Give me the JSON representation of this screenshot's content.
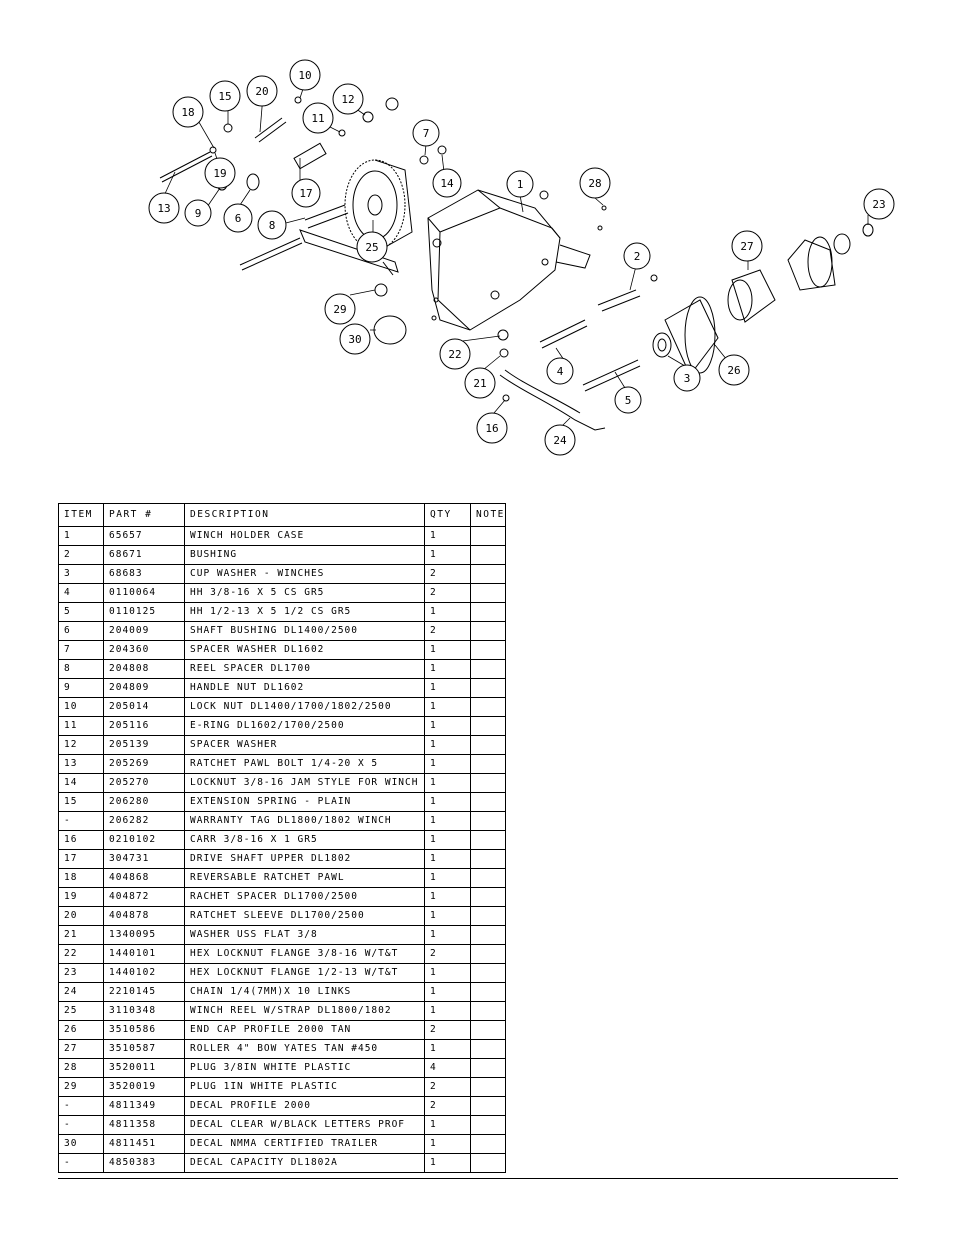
{
  "callouts": [
    {
      "id": "c1",
      "label": "1"
    },
    {
      "id": "c2",
      "label": "2"
    },
    {
      "id": "c3",
      "label": "3"
    },
    {
      "id": "c4",
      "label": "4"
    },
    {
      "id": "c5",
      "label": "5"
    },
    {
      "id": "c6",
      "label": "6"
    },
    {
      "id": "c7",
      "label": "7"
    },
    {
      "id": "c8",
      "label": "8"
    },
    {
      "id": "c9",
      "label": "9"
    },
    {
      "id": "c10",
      "label": "10"
    },
    {
      "id": "c11",
      "label": "11"
    },
    {
      "id": "c12",
      "label": "12"
    },
    {
      "id": "c13",
      "label": "13"
    },
    {
      "id": "c14",
      "label": "14"
    },
    {
      "id": "c15",
      "label": "15"
    },
    {
      "id": "c16",
      "label": "16"
    },
    {
      "id": "c17",
      "label": "17"
    },
    {
      "id": "c18",
      "label": "18"
    },
    {
      "id": "c19",
      "label": "19"
    },
    {
      "id": "c20",
      "label": "20"
    },
    {
      "id": "c21",
      "label": "21"
    },
    {
      "id": "c22",
      "label": "22"
    },
    {
      "id": "c23",
      "label": "23"
    },
    {
      "id": "c24",
      "label": "24"
    },
    {
      "id": "c25",
      "label": "25"
    },
    {
      "id": "c26",
      "label": "26"
    },
    {
      "id": "c27",
      "label": "27"
    },
    {
      "id": "c28",
      "label": "28"
    },
    {
      "id": "c29",
      "label": "29"
    },
    {
      "id": "c30",
      "label": "30"
    }
  ],
  "table": {
    "headers": [
      "ITEM",
      "PART #",
      "DESCRIPTION",
      "QTY",
      "NOTE"
    ],
    "rows": [
      [
        "1",
        "65657",
        "WINCH HOLDER CASE",
        "1",
        ""
      ],
      [
        "2",
        "68671",
        "BUSHING",
        "1",
        ""
      ],
      [
        "3",
        "68683",
        "CUP WASHER - WINCHES",
        "2",
        ""
      ],
      [
        "4",
        "0110064",
        "HH 3/8-16 X 5 CS GR5",
        "2",
        ""
      ],
      [
        "5",
        "0110125",
        "HH 1/2-13 X 5 1/2 CS GR5",
        "1",
        ""
      ],
      [
        "6",
        "204009",
        "SHAFT BUSHING  DL1400/2500",
        "2",
        ""
      ],
      [
        "7",
        "204360",
        "SPACER WASHER  DL1602",
        "1",
        ""
      ],
      [
        "8",
        "204808",
        "REEL SPACER  DL1700",
        "1",
        ""
      ],
      [
        "9",
        "204809",
        "HANDLE NUT  DL1602",
        "1",
        ""
      ],
      [
        "10",
        "205014",
        "LOCK NUT  DL1400/1700/1802/2500",
        "1",
        ""
      ],
      [
        "11",
        "205116",
        "E-RING DL1602/1700/2500",
        "1",
        ""
      ],
      [
        "12",
        "205139",
        "SPACER WASHER",
        "1",
        ""
      ],
      [
        "13",
        "205269",
        "RATCHET PAWL BOLT 1/4-20 X 5",
        "1",
        ""
      ],
      [
        "14",
        "205270",
        "LOCKNUT 3/8-16 JAM STYLE FOR WINCH",
        "1",
        ""
      ],
      [
        "15",
        "206280",
        "EXTENSION SPRING - PLAIN",
        "1",
        ""
      ],
      [
        "-",
        "206282",
        "WARRANTY TAG DL1800/1802 WINCH",
        "1",
        ""
      ],
      [
        "16",
        "0210102",
        "CARR 3/8-16 X 1 GR5",
        "1",
        ""
      ],
      [
        "17",
        "304731",
        "DRIVE SHAFT UPPER  DL1802",
        "1",
        ""
      ],
      [
        "18",
        "404868",
        "REVERSABLE RATCHET PAWL",
        "1",
        ""
      ],
      [
        "19",
        "404872",
        "RACHET SPACER  DL1700/2500",
        "1",
        ""
      ],
      [
        "20",
        "404878",
        "RATCHET SLEEVE  DL1700/2500",
        "1",
        ""
      ],
      [
        "21",
        "1340095",
        "WASHER USS FLAT 3/8",
        "1",
        ""
      ],
      [
        "22",
        "1440101",
        "HEX LOCKNUT FLANGE 3/8-16 W/T&T",
        "2",
        ""
      ],
      [
        "23",
        "1440102",
        "HEX LOCKNUT FLANGE 1/2-13 W/T&T",
        "1",
        ""
      ],
      [
        "24",
        "2210145",
        "CHAIN 1/4(7MM)X 10 LINKS",
        "1",
        ""
      ],
      [
        "25",
        "3110348",
        "WINCH REEL W/STRAP  DL1800/1802",
        "1",
        ""
      ],
      [
        "26",
        "3510586",
        "END CAP PROFILE 2000 TAN",
        "2",
        ""
      ],
      [
        "27",
        "3510587",
        "ROLLER 4\" BOW YATES TAN #450",
        "1",
        ""
      ],
      [
        "28",
        "3520011",
        "PLUG  3/8IN WHITE PLASTIC",
        "4",
        ""
      ],
      [
        "29",
        "3520019",
        "PLUG  1IN WHITE PLASTIC",
        "2",
        ""
      ],
      [
        "-",
        "4811349",
        "DECAL PROFILE 2000",
        "2",
        ""
      ],
      [
        "-",
        "4811358",
        "DECAL CLEAR W/BLACK LETTERS PROF",
        "1",
        ""
      ],
      [
        "30",
        "4811451",
        " DECAL NMMA CERTIFIED TRAILER",
        "1",
        ""
      ],
      [
        "-",
        "4850383",
        "DECAL CAPACITY DL1802A",
        "1",
        ""
      ]
    ]
  }
}
